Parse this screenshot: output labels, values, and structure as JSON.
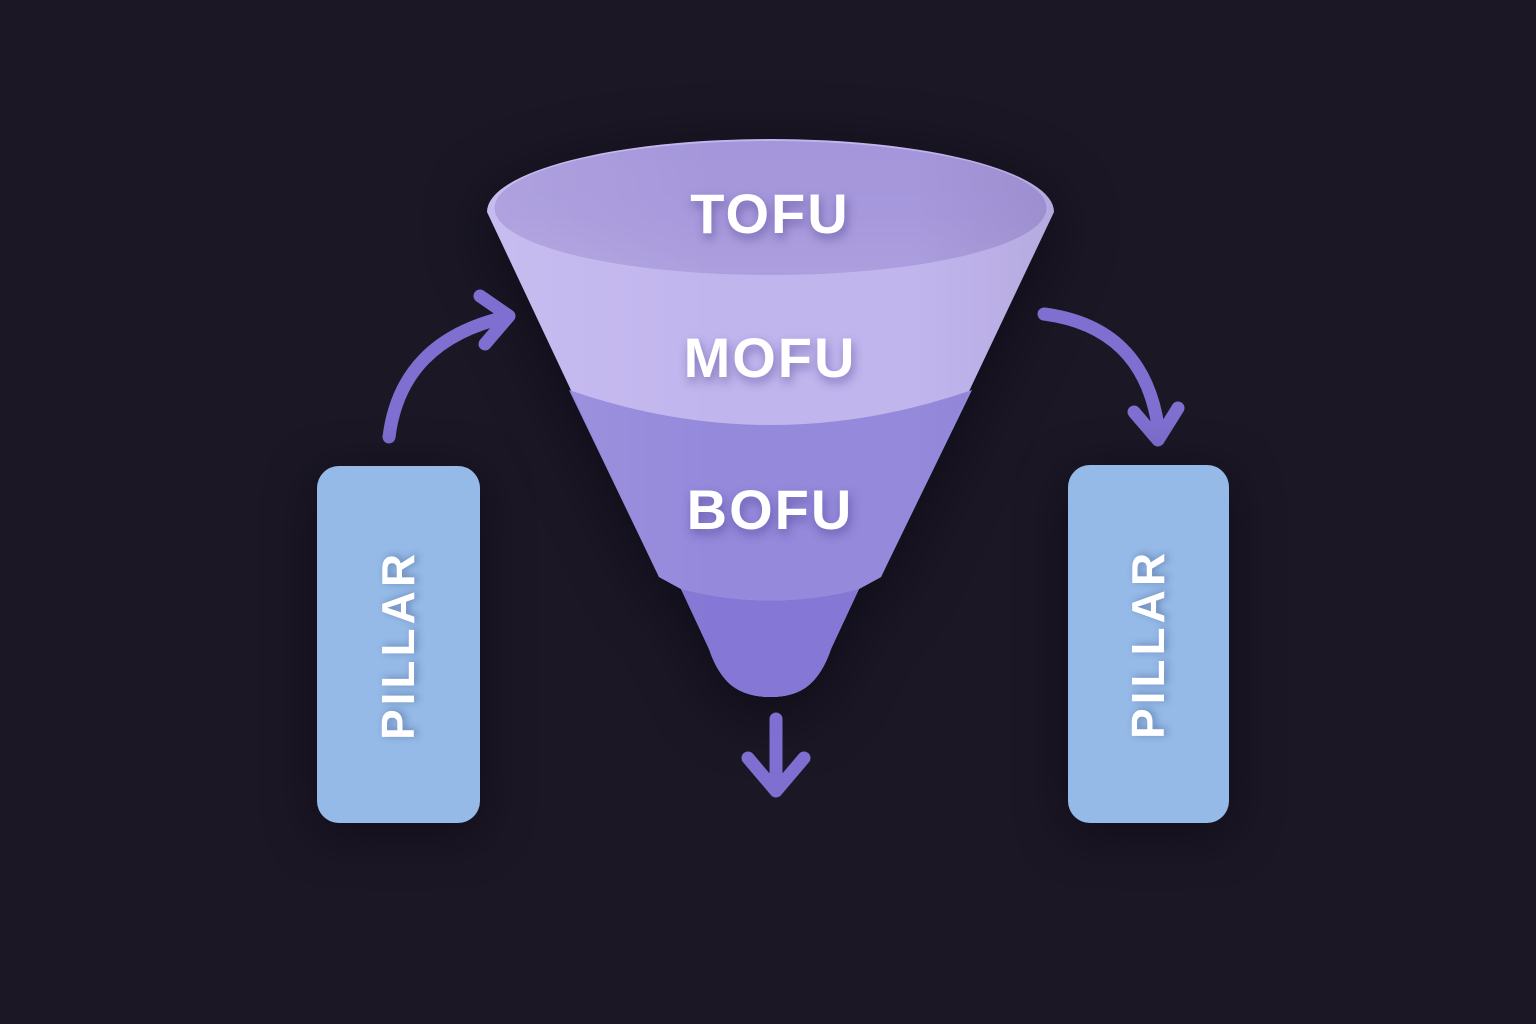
{
  "page": {
    "background": "#1b1725",
    "description": "Content marketing funnel diagram with pillar pages feeding the funnel"
  },
  "funnel": {
    "stages": [
      {
        "label": "TOFU"
      },
      {
        "label": "MOFU"
      },
      {
        "label": "BOFU"
      }
    ],
    "colors": {
      "top_opening": "#a596db",
      "upper_band": "#c1b5ee",
      "lower_band": "#9489db",
      "spout": "#8577d5",
      "label_text": "#ffffff"
    }
  },
  "pillars": {
    "left": {
      "label": "PILLAR"
    },
    "right": {
      "label": "PILLAR"
    },
    "fill": "#95bae8",
    "text_color": "#ffffff"
  },
  "arrows": {
    "color": "#7e6fd0",
    "left_icon": "curved-arrow-into-funnel",
    "right_icon": "curved-arrow-out-of-funnel",
    "bottom_icon": "funnel-output-arrow"
  }
}
